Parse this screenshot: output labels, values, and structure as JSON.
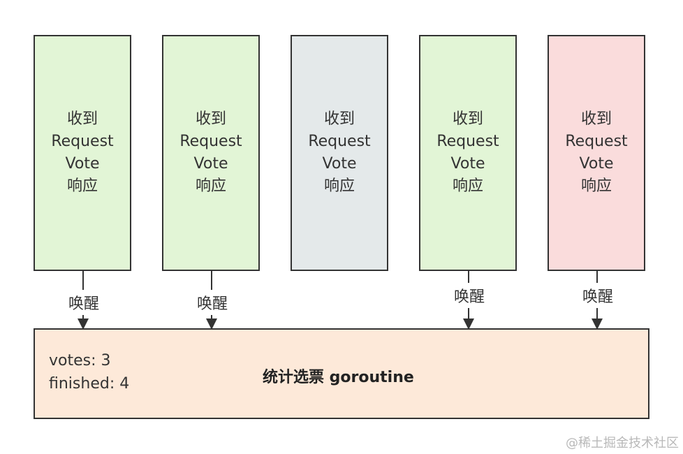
{
  "boxes": [
    {
      "lines": [
        "收到",
        "Request",
        "Vote",
        "响应"
      ],
      "color": "#e2f5d6"
    },
    {
      "lines": [
        "收到",
        "Request",
        "Vote",
        "响应"
      ],
      "color": "#e2f5d6"
    },
    {
      "lines": [
        "收到",
        "Request",
        "Vote",
        "响应"
      ],
      "color": "#e4e9ea"
    },
    {
      "lines": [
        "收到",
        "Request",
        "Vote",
        "响应"
      ],
      "color": "#e2f5d6"
    },
    {
      "lines": [
        "收到",
        "Request",
        "Vote",
        "响应"
      ],
      "color": "#fadcdc"
    }
  ],
  "wake_label": "唤醒",
  "counter": {
    "votes": "votes: 3",
    "finished": "finished: 4",
    "title": "统计选票 goroutine",
    "color": "#fde9d9"
  },
  "watermark": "@稀土掘金技术社区"
}
